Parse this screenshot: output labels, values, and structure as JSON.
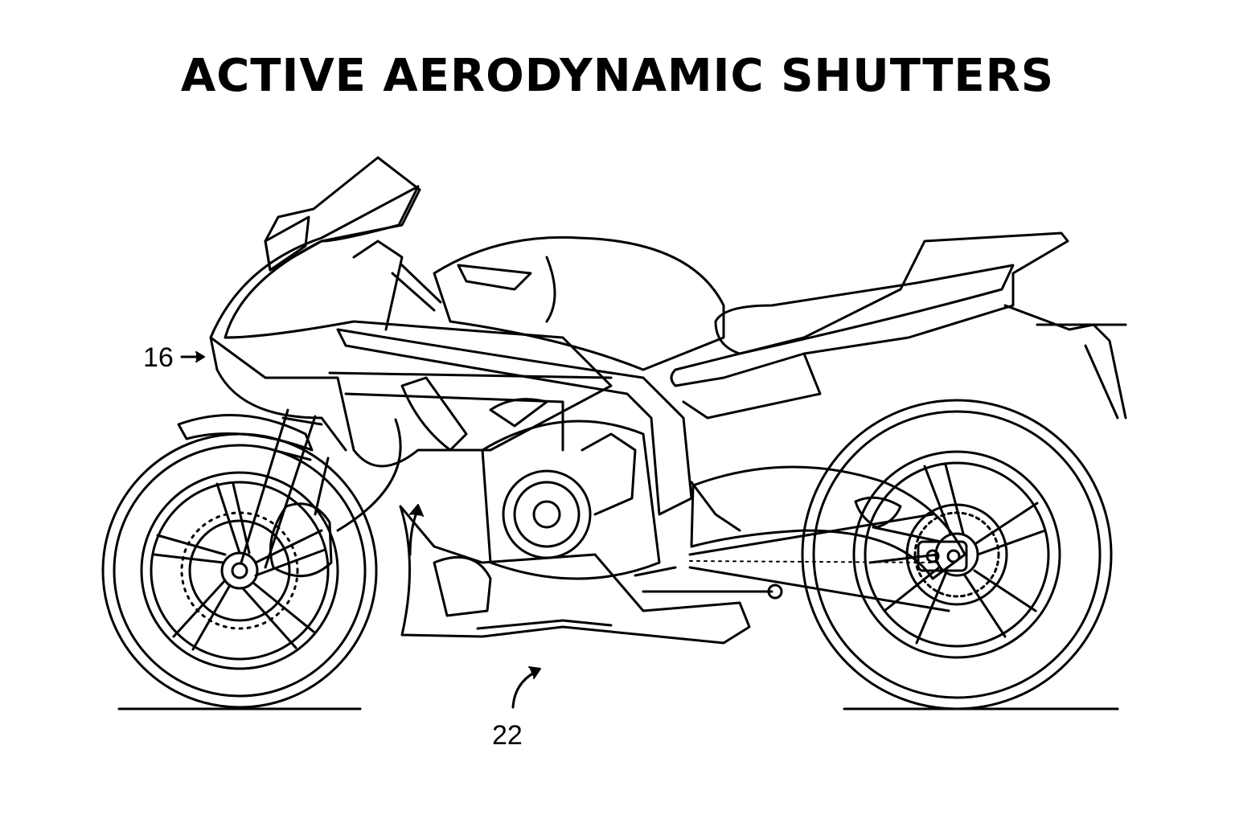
{
  "title": "ACTIVE AERODYNAMIC SHUTTERS",
  "callouts": [
    {
      "label": "16",
      "target": "front-fairing-shutter"
    },
    {
      "label": "22",
      "target": "belly-pan-shutter"
    }
  ],
  "colors": {
    "line": "#000000",
    "background": "#ffffff"
  }
}
